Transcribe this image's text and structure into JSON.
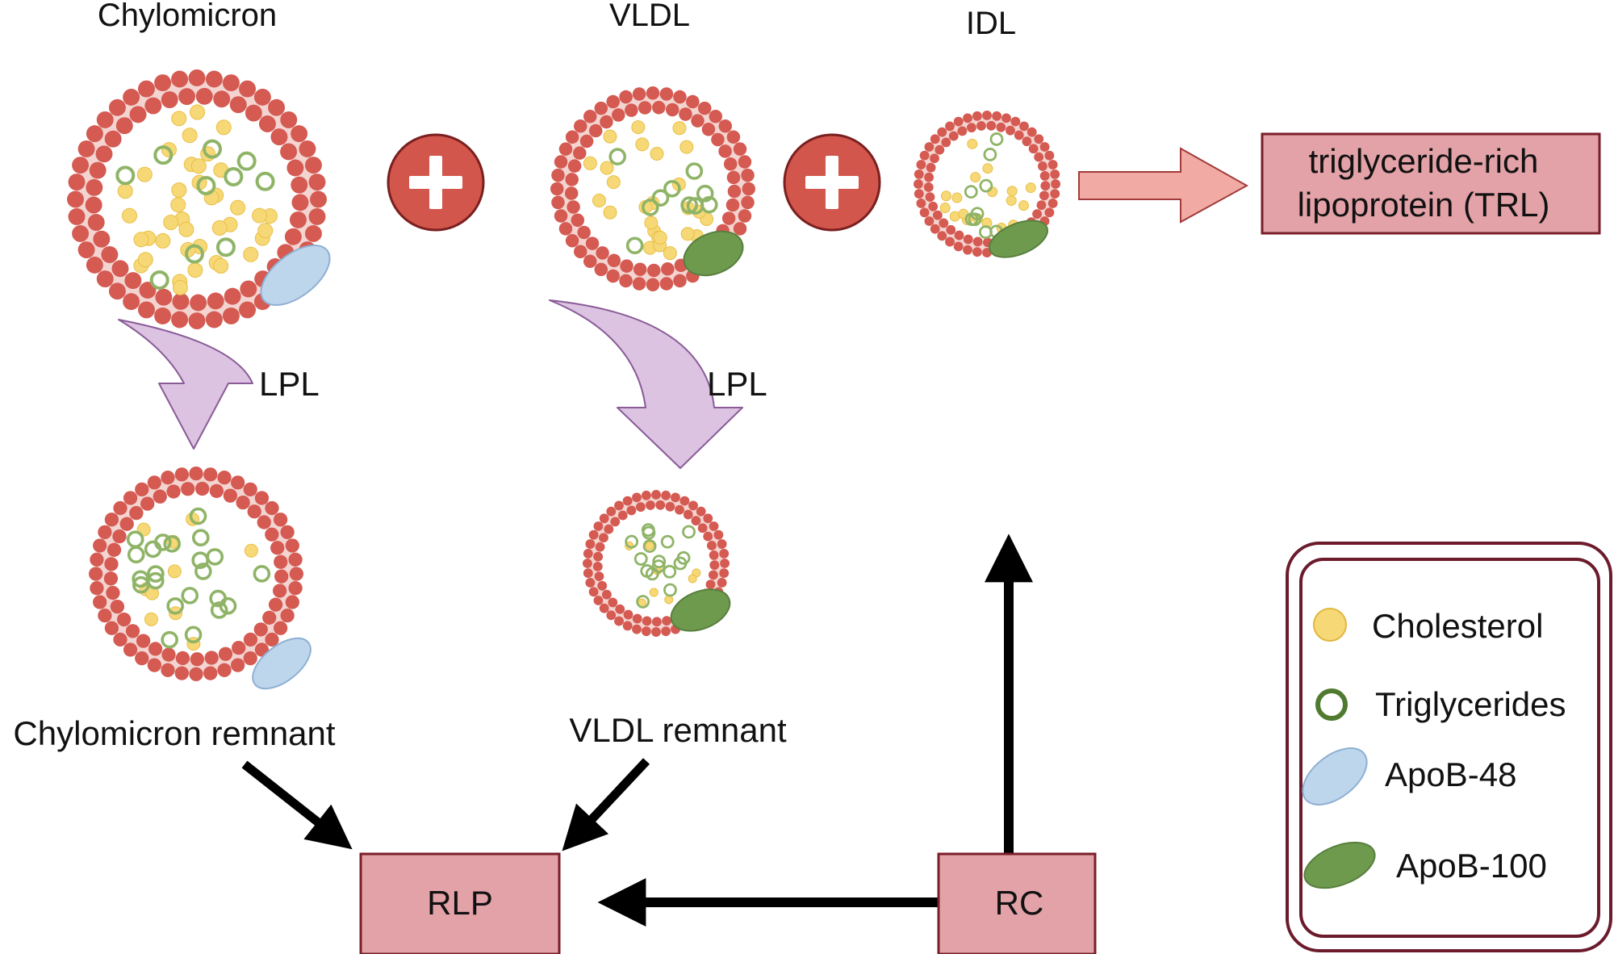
{
  "colors": {
    "membrane_head": "#d45a52",
    "membrane_tail": "#f4d4d0",
    "cholesterol": "#f7d877",
    "cholesterol_edge": "#e8bf46",
    "triglyceride_ring": "#8fb467",
    "apob48": "#bdd6ec",
    "apob100": "#6e9a4e",
    "plus_circle": "#d2564c",
    "plus_border": "#7a1f1f",
    "trl_arrow": "#f2aba4",
    "lpl_arrow": "#dcc3e2",
    "box_fill": "#e3a2a8",
    "box_border": "#7a1f2a",
    "legend_border": "#6b1b2b",
    "black_arrow": "#000000"
  },
  "particles": {
    "chylomicron": {
      "title": "Chylomicron"
    },
    "vldl": {
      "title": "VLDL"
    },
    "idl": {
      "title": "IDL"
    }
  },
  "trl_box": {
    "line1": "triglyceride-rich",
    "line2": "lipoprotein (TRL)"
  },
  "arrows": {
    "lpl_left": "LPL",
    "lpl_right": "LPL"
  },
  "remnants": {
    "chylomicron_remnant": "Chylomicron remnant",
    "vldl_remnant": "VLDL remnant"
  },
  "boxes": {
    "rlp": "RLP",
    "rc": "RC"
  },
  "legend": {
    "cholesterol": "Cholesterol",
    "triglycerides": "Triglycerides",
    "apob48": "ApoB-48",
    "apob100": "ApoB-100"
  }
}
